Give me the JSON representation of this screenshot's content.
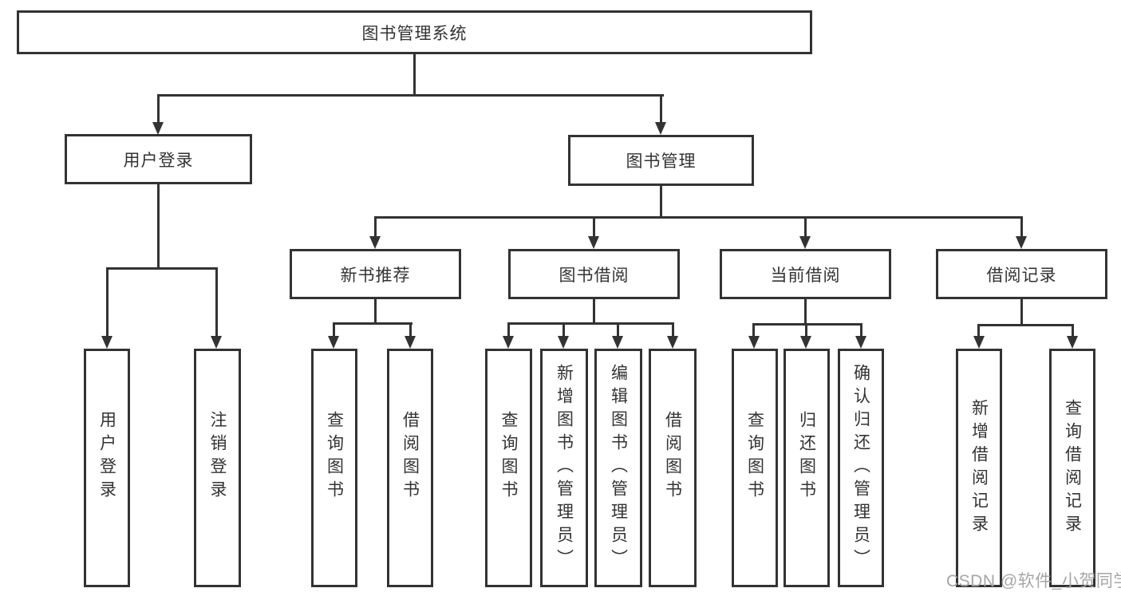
{
  "diagram": {
    "title": "图书管理系统",
    "watermark": "CSDN @软件_小贺同学",
    "colors": {
      "background": "#ffffff",
      "line": "#333333",
      "box_fill": "#ffffff",
      "text": "#333333",
      "watermark_text": "#a6a6a6"
    },
    "nodes": {
      "root": "图书管理系统",
      "user_login": "用户登录",
      "book_management": "图书管理",
      "new_book_recommend": "新书推荐",
      "book_borrowing": "图书借阅",
      "current_borrowing": "当前借阅",
      "borrowing_records": "借阅记录",
      "user_login_leaf": "用户登录",
      "logout_leaf": "注销登录",
      "query_books_a": "查询图书",
      "borrow_books_a": "借阅图书",
      "query_books_b": "查询图书",
      "add_books_admin": "新增图书（管理员）",
      "edit_books_admin": "编辑图书（管理员）",
      "borrow_books_b": "借阅图书",
      "query_books_c": "查询图书",
      "return_books": "归还图书",
      "confirm_return_admin": "确认归还（管理员）",
      "add_borrow_record": "新增借阅记录",
      "query_borrow_record": "查询借阅记录"
    },
    "hierarchy": {
      "图书管理系统": {
        "用户登录": [
          "用户登录",
          "注销登录"
        ],
        "图书管理": {
          "新书推荐": [
            "查询图书",
            "借阅图书"
          ],
          "图书借阅": [
            "查询图书",
            "新增图书（管理员）",
            "编辑图书（管理员）",
            "借阅图书"
          ],
          "当前借阅": [
            "查询图书",
            "归还图书",
            "确认归还（管理员）"
          ],
          "借阅记录": [
            "新增借阅记录",
            "查询借阅记录"
          ]
        }
      }
    }
  }
}
